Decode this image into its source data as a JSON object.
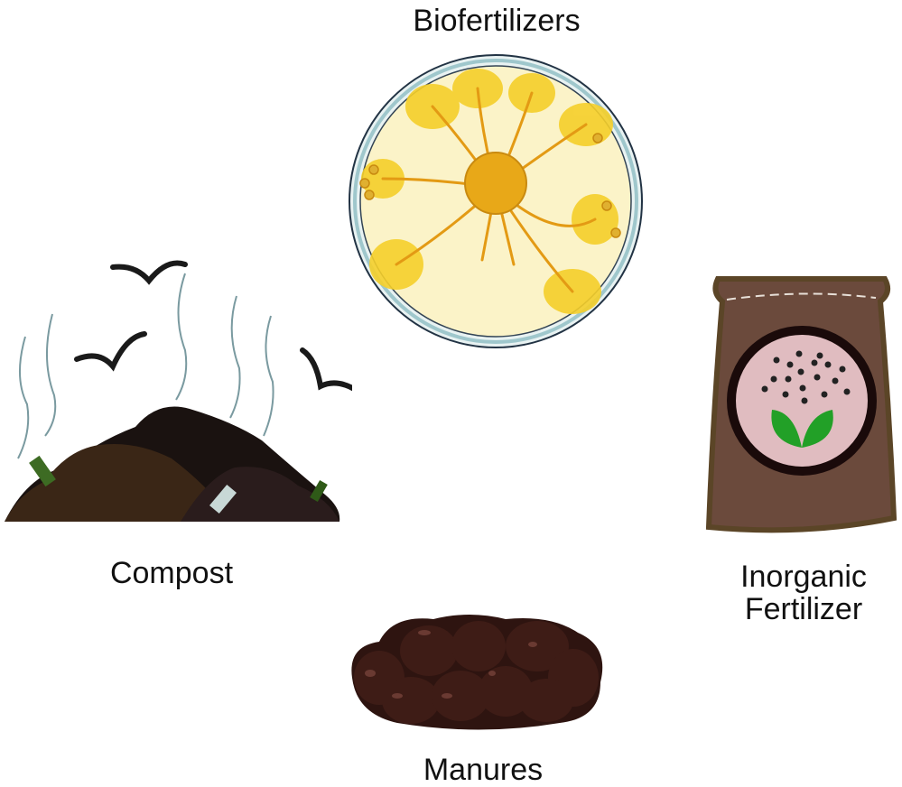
{
  "diagram": {
    "type": "fertilizer-types-illustration",
    "items": [
      {
        "id": "biofertilizers",
        "label": "Biofertilizers",
        "icon": "petri-dish-fungus-icon"
      },
      {
        "id": "compost",
        "label": "Compost",
        "icon": "compost-heap-icon"
      },
      {
        "id": "inorganic",
        "label_line1": "Inorganic",
        "label_line2": "Fertilizer",
        "icon": "fertilizer-bag-icon"
      },
      {
        "id": "manures",
        "label": "Manures",
        "icon": "manure-pile-icon"
      }
    ],
    "colors": {
      "dish_fill": "#fbf3c8",
      "dish_rim": "#9fc7cc",
      "fungus": "#f5cf2a",
      "fungus_core": "#e4a312",
      "compost_dark": "#1a1210",
      "compost_brown": "#3a2616",
      "bag": "#6b4a3c",
      "bag_edge": "#5b4527",
      "bag_label": "#e0bcc0",
      "leaf": "#22a027",
      "manure": "#3a1a14"
    }
  }
}
